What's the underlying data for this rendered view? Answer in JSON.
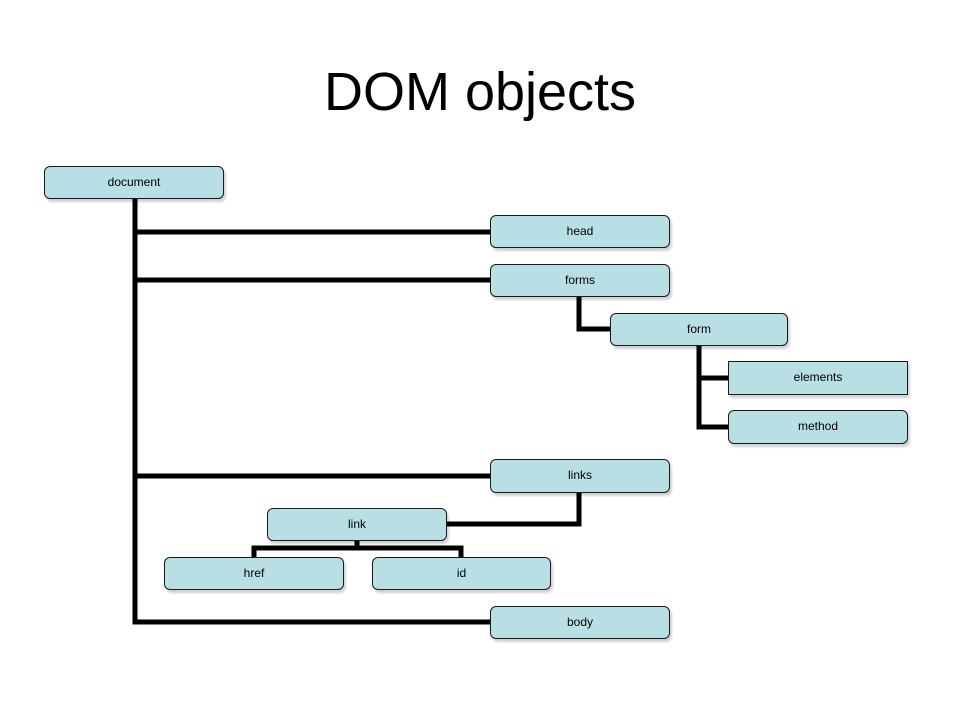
{
  "slide": {
    "title": "DOM objects"
  },
  "colors": {
    "node_fill": "#b8dfe3",
    "node_border": "#1a1a1a",
    "connector": "#000000"
  },
  "nodes": {
    "document": "document",
    "head": "head",
    "forms": "forms",
    "form": "form",
    "elements": "elements",
    "method": "method",
    "links": "links",
    "link": "link",
    "href": "href",
    "id": "id",
    "body": "body"
  }
}
